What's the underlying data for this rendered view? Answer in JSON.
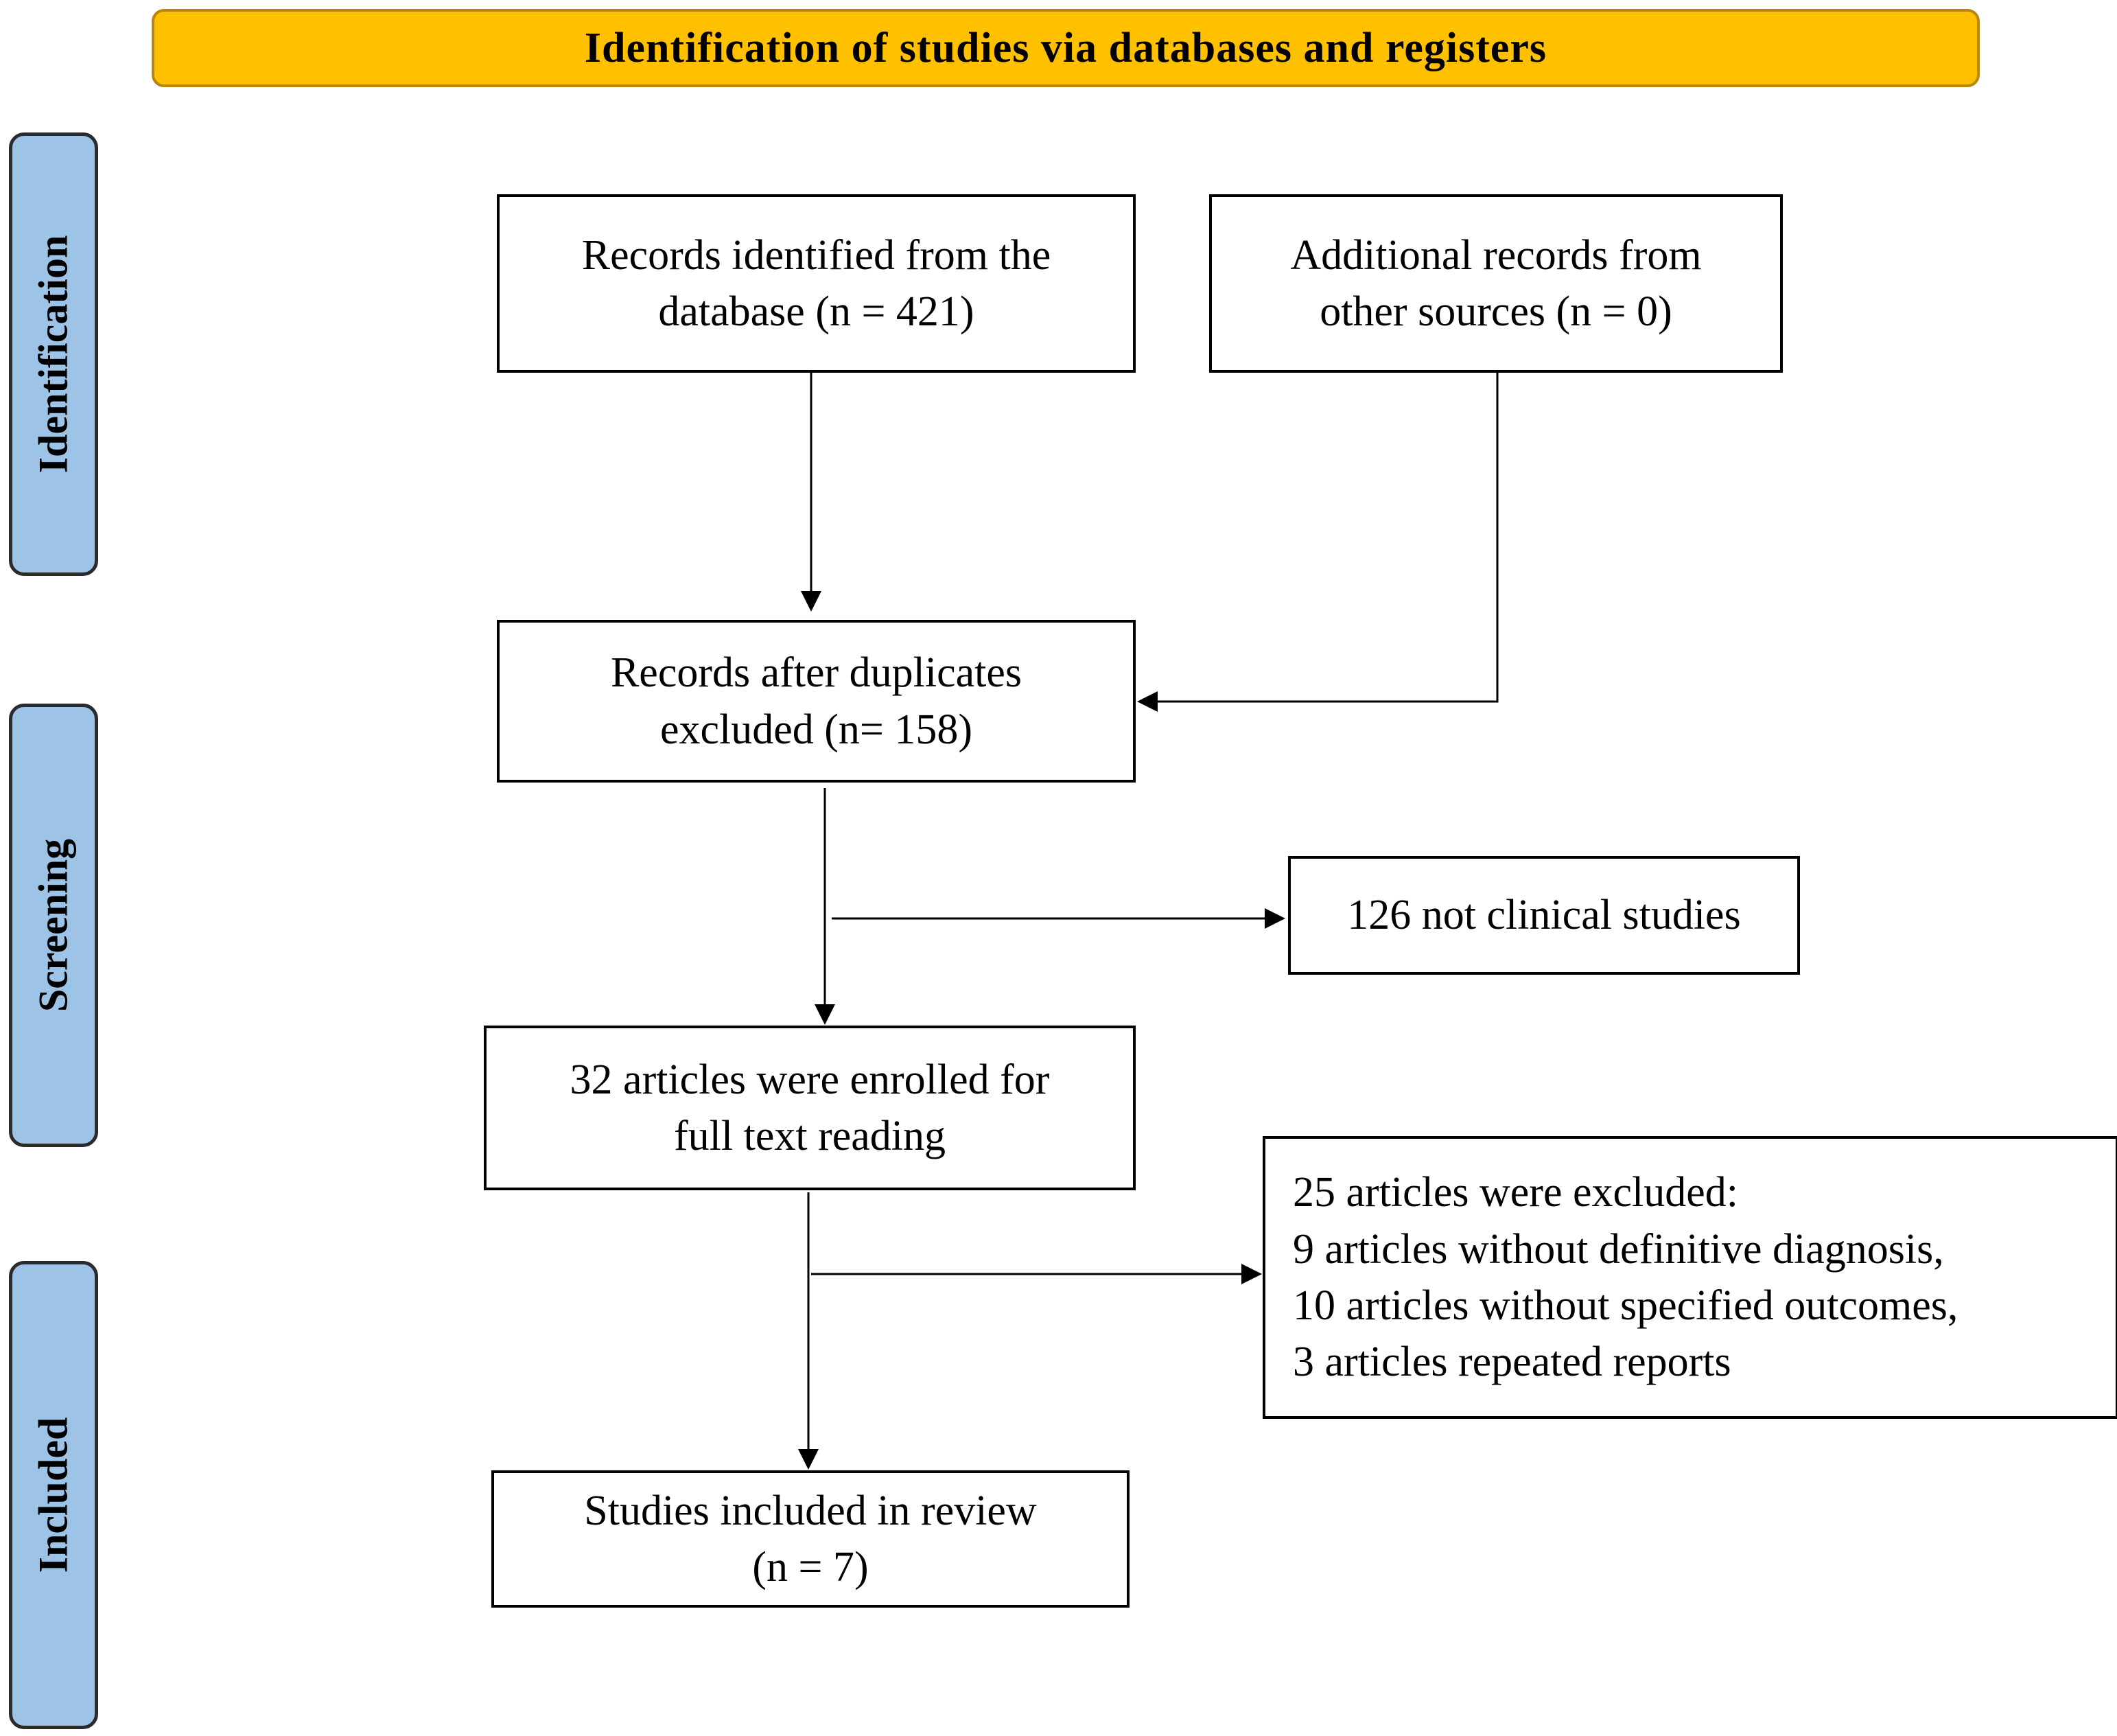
{
  "header": {
    "title": "Identification of studies via databases and registers"
  },
  "phases": {
    "identification": "Identification",
    "screening": "Screening",
    "included": "Included"
  },
  "boxes": {
    "records_identified": [
      "Records identified  from the",
      "database  (n = 421)"
    ],
    "additional_records": [
      "Additional records from",
      "other sources  (n = 0)"
    ],
    "after_duplicates": [
      "Records after duplicates",
      "excluded (n= 158)"
    ],
    "not_clinical": [
      "126 not clinical  studies"
    ],
    "full_text": [
      "32 articles  were enrolled for",
      "full text reading"
    ],
    "excluded": [
      "25 articles  were excluded:",
      "9 articles  without definitive  diagnosis,",
      "10 articles  without specified   outcomes,",
      "3 articles  repeated reports"
    ],
    "included": [
      "Studies included in review",
      "(n = 7)"
    ]
  },
  "colors": {
    "banner_fill": "#FFC000",
    "phase_fill": "#9DC3E6",
    "line": "#000000"
  }
}
